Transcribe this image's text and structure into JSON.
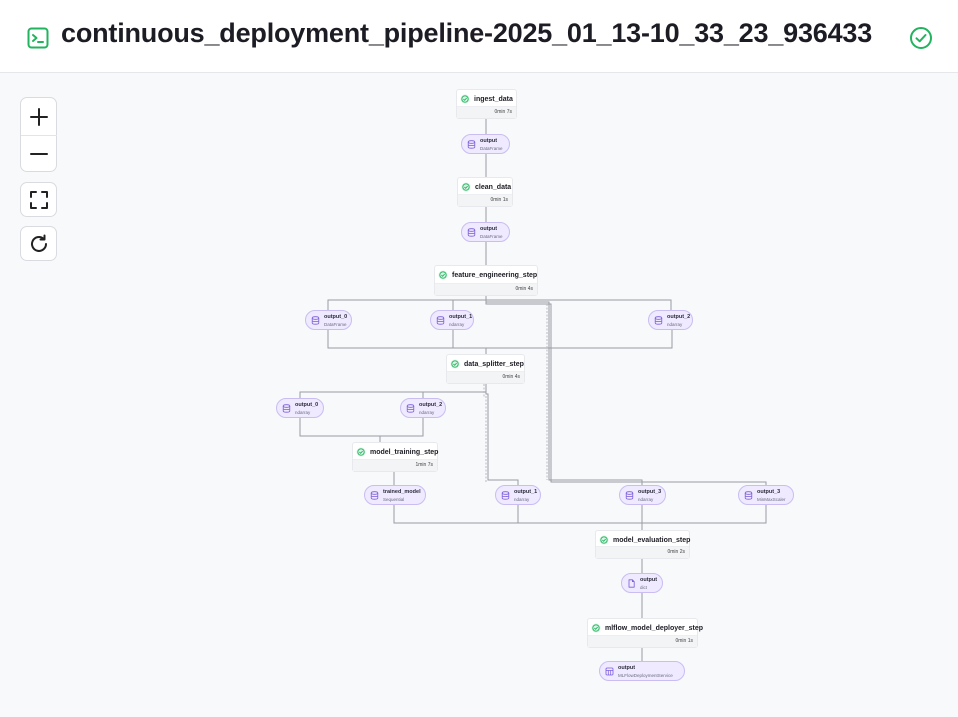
{
  "header": {
    "title": "continuous_deployment_pipeline-2025_01_13-10_33_23_936433",
    "pipeline_icon": "terminal-icon",
    "status_icon": "check-circle-icon",
    "status_color": "#22b35e"
  },
  "controls": {
    "zoom_in_icon": "plus-icon",
    "zoom_out_icon": "minus-icon",
    "fit_icon": "fit-view-icon",
    "reset_icon": "refresh-icon"
  },
  "colors": {
    "accent_purple": "#c9bdf1",
    "artifact_bg": "#efeaff",
    "success": "#22b35e",
    "edge": "#9a9ca3"
  },
  "steps": [
    {
      "id": "ingest",
      "name": "ingest_data",
      "duration": "0min 7s"
    },
    {
      "id": "clean",
      "name": "clean_data",
      "duration": "0min 1s"
    },
    {
      "id": "feature",
      "name": "feature_engineering_step",
      "duration": "0min 4s"
    },
    {
      "id": "splitter",
      "name": "data_splitter_step",
      "duration": "0min 4s"
    },
    {
      "id": "training",
      "name": "model_training_step",
      "duration": "1min 7s"
    },
    {
      "id": "evaluation",
      "name": "model_evaluation_step",
      "duration": "0min 2s"
    },
    {
      "id": "deployer",
      "name": "mlflow_model_deployer_step",
      "duration": "0min 1s"
    }
  ],
  "artifacts": [
    {
      "id": "a_ingest_out",
      "name": "output",
      "type": "DataFrame",
      "icon": "database-icon"
    },
    {
      "id": "a_clean_out",
      "name": "output",
      "type": "DataFrame",
      "icon": "database-icon"
    },
    {
      "id": "a_fe_out0",
      "name": "output_0",
      "type": "DataFrame",
      "icon": "database-icon"
    },
    {
      "id": "a_fe_out1",
      "name": "output_1",
      "type": "ndarray",
      "icon": "database-icon"
    },
    {
      "id": "a_fe_out2",
      "name": "output_2",
      "type": "ndarray",
      "icon": "database-icon"
    },
    {
      "id": "a_ds_out0",
      "name": "output_0",
      "type": "ndarray",
      "icon": "database-icon"
    },
    {
      "id": "a_ds_out2",
      "name": "output_2",
      "type": "ndarray",
      "icon": "database-icon"
    },
    {
      "id": "a_trained",
      "name": "trained_model",
      "type": "Sequential",
      "icon": "database-icon"
    },
    {
      "id": "a_ds_out1",
      "name": "output_1",
      "type": "ndarray",
      "icon": "database-icon"
    },
    {
      "id": "a_ds_out3",
      "name": "output_3",
      "type": "ndarray",
      "icon": "database-icon"
    },
    {
      "id": "a_fe_out3",
      "name": "output_3",
      "type": "MinMaxScaler",
      "icon": "database-icon"
    },
    {
      "id": "a_eval_out",
      "name": "output",
      "type": "dict",
      "icon": "document-icon"
    },
    {
      "id": "a_deploy_out",
      "name": "output",
      "type": "MLFlowDeploymentService",
      "icon": "service-icon"
    }
  ]
}
